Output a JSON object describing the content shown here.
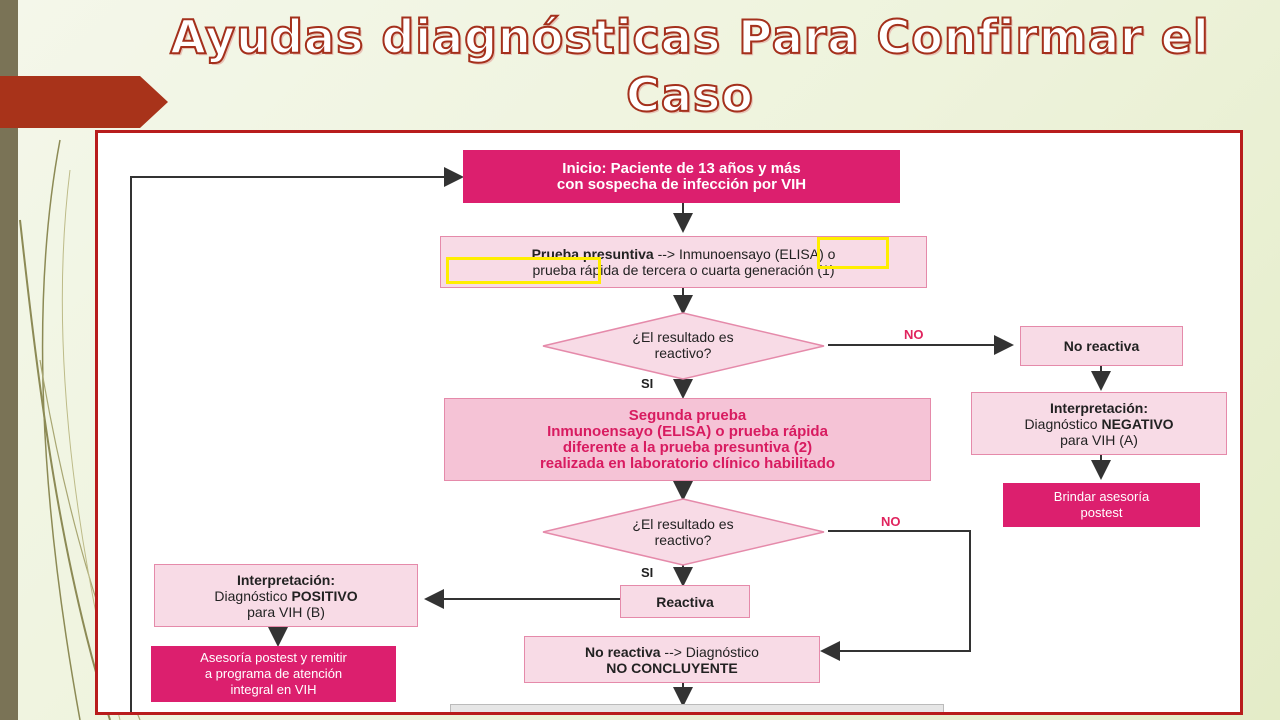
{
  "slide": {
    "title_line1": "Ayudas diagnósticas  Para Confirmar el",
    "title_line2": "Caso"
  },
  "colors": {
    "accent_dark_pink": "#dc1f6e",
    "light_pink": "#f8dbe6",
    "frame_border": "#b81c1c",
    "highlight": "#ffee00",
    "title_outline": "#a4301c"
  },
  "flowchart": {
    "start_line1": "Inicio: Paciente de 13 años y más",
    "start_line2": "con sospecha de infección por  VIH",
    "presumptive_bold": "Prueba presuntiva",
    "presumptive_line1_rest": " --> Inmunoensayo (ELISA)  o",
    "presumptive_line2": "prueba rápida de tercera o cuarta generación (1)",
    "decision1_line1": "¿El resultado es",
    "decision1_line2": "reactivo?",
    "no_label_1": "NO",
    "si_label_1": "SI",
    "no_reactiva_1": "No reactiva",
    "interp_neg_title": "Interpretación:",
    "interp_neg_prefix": "Diagnóstico ",
    "interp_neg_bold": "NEGATIVO",
    "interp_neg_line3": "para VIH (A)",
    "postest_1_line1": "Brindar asesoría",
    "postest_1_line2": "postest",
    "second_test_line1": "Segunda prueba",
    "second_test_line2": "Inmunoensayo (ELISA) o prueba rápida",
    "second_test_line3": "diferente a la prueba presuntiva (2)",
    "second_test_line4": "realizada en laboratorio clínico habilitado",
    "decision2_line1": "¿El resultado es",
    "decision2_line2": "reactivo?",
    "no_label_2": "NO",
    "si_label_2": "SI",
    "reactiva": "Reactiva",
    "interp_pos_title": "Interpretación:",
    "interp_pos_prefix": "Diagnóstico ",
    "interp_pos_bold": "POSITIVO",
    "interp_pos_line3": "para VIH (B)",
    "postest_2_line1": "Asesoría postest  y remitir",
    "postest_2_line2": "a programa de atención",
    "postest_2_line3": "integral en VIH",
    "no_reactiva_2_bold": "No reactiva",
    "no_reactiva_2_rest": " --> Diagnóstico",
    "no_concluyente": "NO CONCLUYENTE"
  }
}
